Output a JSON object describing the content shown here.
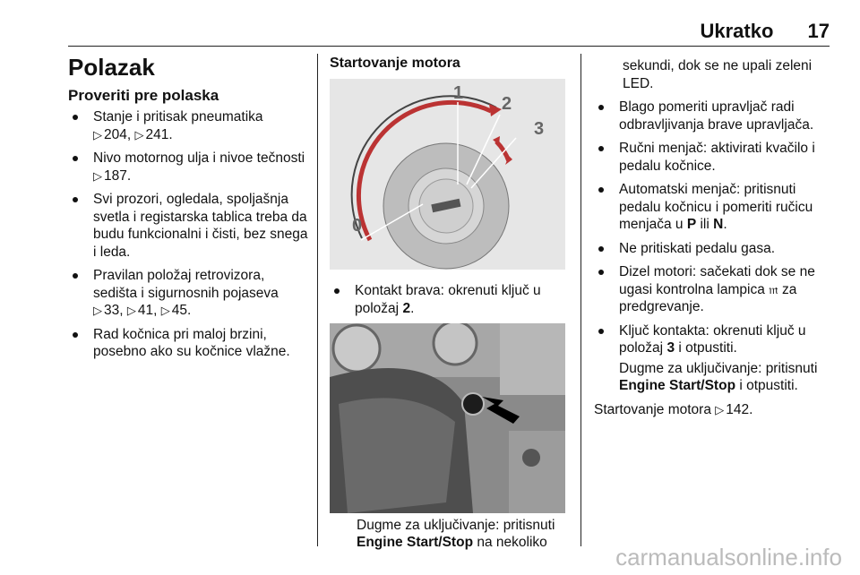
{
  "header": {
    "title": "Ukratko",
    "page_number": "17"
  },
  "col1": {
    "heading": "Polazak",
    "subheading": "Proveriti pre polaska",
    "items": [
      {
        "text": "Stanje i pritisak pneumatika",
        "refs": [
          "204,",
          "241."
        ]
      },
      {
        "text": "Nivo motornog ulja i nivoe tečnosti",
        "refs": [
          "187."
        ]
      },
      {
        "text": "Svi prozori, ogledala, spoljašnja svetla i registarska tablica treba da budu funkcionalni i čisti, bez snega i leda.",
        "refs": []
      },
      {
        "text": "Pravilan položaj retrovizora, sedišta i sigurnosnih pojaseva",
        "refs": [
          "33,",
          "41,",
          "45."
        ]
      },
      {
        "text": "Rad kočnica pri maloj brzini, posebno ako su kočnice vlažne.",
        "refs": []
      }
    ]
  },
  "col2": {
    "heading": "Startovanje motora",
    "dial_labels": [
      "0",
      "1",
      "2",
      "3"
    ],
    "item_text": "Kontakt brava: okrenuti ključ u položaj",
    "item_bold": "2",
    "item_end": ".",
    "caption_text": "Dugme za uključivanje: pritisnuti",
    "caption_bold": "Engine Start/Stop",
    "caption_end": "na nekoliko"
  },
  "col3": {
    "continuation": "sekundi, dok se ne upali zeleni LED.",
    "items": [
      "Blago pomeriti upravljač radi odbravljivanja brave upravljača.",
      "Ručni menjač: aktivirati kvačilo i pedalu kočnice."
    ],
    "auto": {
      "a": "Automatski menjač: pritisnuti pedalu kočnicu i pomeriti ručicu menjača u",
      "p": "P",
      "ili": "ili",
      "n": "N",
      "end": "."
    },
    "gas": "Ne pritiskati pedalu gasa.",
    "diesel": {
      "a": "Dizel motori: sačekati dok se ne ugasi kontrolna lampica",
      "b": "za predgrevanje."
    },
    "key": {
      "a": "Ključ kontakta: okrenuti ključ u položaj",
      "n": "3",
      "b": "i otpustiti."
    },
    "btn": {
      "a": "Dugme za uključivanje: pritisnuti",
      "b": "Engine Start/Stop",
      "c": "i otpustiti."
    },
    "footer_text": "Startovanje motora",
    "footer_ref": "142."
  },
  "watermark": "carmanualsonline.info"
}
